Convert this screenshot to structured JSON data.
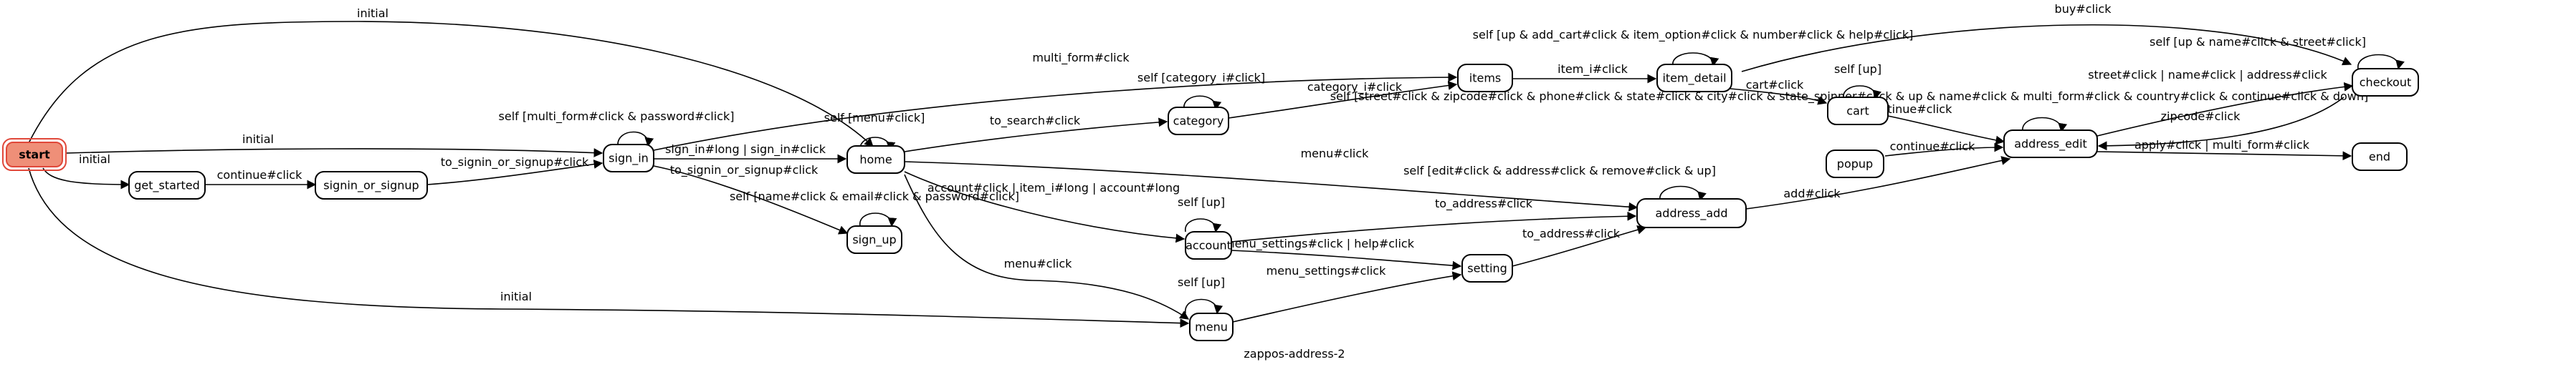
{
  "caption": "zappos-address-2",
  "nodes": {
    "start": "start",
    "get_started": "get_started",
    "signin_or_signup": "signin_or_signup",
    "sign_in": "sign_in",
    "home": "home",
    "sign_up": "sign_up",
    "category": "category",
    "items": "items",
    "item_detail": "item_detail",
    "cart": "cart",
    "popup": "popup",
    "address_edit": "address_edit",
    "checkout": "checkout",
    "end": "end",
    "address_add": "address_add",
    "account": "account",
    "setting": "setting",
    "menu": "menu"
  },
  "edges": {
    "start_home": "initial",
    "start_signin": "initial",
    "start_getstarted": "initial",
    "start_menu": "initial",
    "getstarted_signin_or_signup": "continue#click",
    "signinorsignup_signin": "to_signin_or_signup#click",
    "signin_self": "self [multi_form#click & password#click]",
    "signin_home": "sign_in#long | sign_in#click",
    "signin_signup": "to_signin_or_signup#click",
    "signin_items": "multi_form#click",
    "signup_self": "self [name#click & email#click & password#click]",
    "home_self": "self [menu#click]",
    "home_category": "to_search#click",
    "home_account": "account#click | item_i#long | account#long",
    "home_menu": "menu#click",
    "home_addressadd": "menu#click",
    "category_self": "self [category_i#click]",
    "category_items": "category_i#click",
    "items_itemdetail": "item_i#click",
    "itemdetail_self": "self [up & add_cart#click & item_option#click & number#click & help#click]",
    "itemdetail_cart": "cart#click",
    "itemdetail_checkout": "buy#click",
    "cart_self": "self [up]",
    "cart_addressedit": "continue#click",
    "addressedit_self": "self [street#click & zipcode#click & phone#click & state#click & city#click & state_spinner#click & up & name#click & multi_form#click & country#click & continue#click & down]",
    "addressedit_checkout": "street#click | name#click | address#click",
    "addressedit_end": "apply#click | multi_form#click",
    "checkout_self": "self [up & name#click & street#click]",
    "checkout_addressedit": "zipcode#click",
    "popup_addressedit": "continue#click",
    "addressadd_self": "self [edit#click & address#click & remove#click & up]",
    "addressadd_addressedit": "add#click",
    "account_self": "self [up]",
    "account_addressadd": "to_address#click",
    "account_setting": "menu_settings#click | help#click",
    "setting_addressadd": "to_address#click",
    "menu_self": "self [up]",
    "menu_setting": "menu_settings#click"
  },
  "colors": {
    "start_fill": "#ef8f78",
    "start_stroke": "#e0483a",
    "stroke": "#000000"
  }
}
